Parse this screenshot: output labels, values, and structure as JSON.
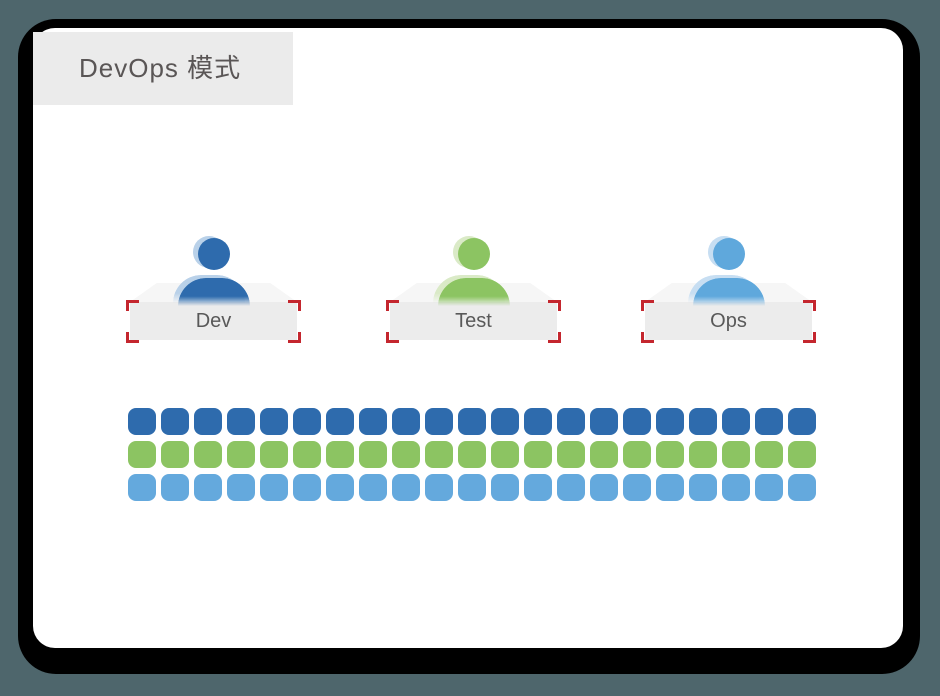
{
  "page": {
    "background_color": "#4e666c",
    "frame_color": "#000000",
    "card_color": "#ffffff"
  },
  "header": {
    "title": "DevOps 模式",
    "title_bg": "#ebebeb"
  },
  "bracket_color": "#c4262e",
  "roles": [
    {
      "label": "Dev",
      "color": "#2e6bad",
      "halo_color": "#b9d1e9"
    },
    {
      "label": "Test",
      "color": "#8cc462",
      "halo_color": "#daeac7"
    },
    {
      "label": "Ops",
      "color": "#5fa8dc",
      "halo_color": "#c7def2"
    }
  ],
  "unit_grid": {
    "columns": 21,
    "rows": [
      {
        "id": "dev",
        "color": "#2e6bad",
        "count": 21
      },
      {
        "id": "test",
        "color": "#8cc462",
        "count": 21
      },
      {
        "id": "ops",
        "color": "#64a9dd",
        "count": 21
      }
    ]
  }
}
